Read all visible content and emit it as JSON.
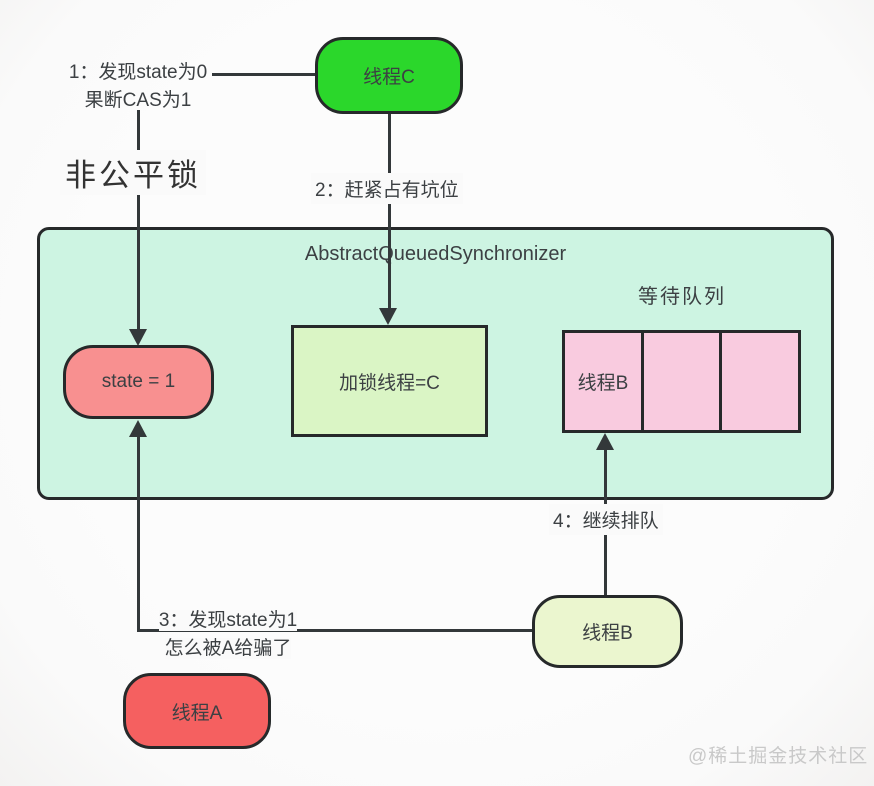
{
  "diagram": {
    "title": "非公平锁",
    "watermark": "@稀土掘金技术社区"
  },
  "annotations": {
    "step1_line1": "1：发现state为0",
    "step1_line2": "果断CAS为1",
    "step2": "2：赶紧占有坑位",
    "step3_line1": "3：发现state为1",
    "step3_line2": "怎么被A给骗了",
    "step4": "4：继续排队"
  },
  "container": {
    "label": "AbstractQueuedSynchronizer"
  },
  "nodes": {
    "thread_c": {
      "label": "线程C"
    },
    "state": {
      "label": "state = 1"
    },
    "lock_thread": {
      "label": "加锁线程=C"
    },
    "thread_b": {
      "label": "线程B"
    },
    "thread_a": {
      "label": "线程A"
    }
  },
  "queue": {
    "title": "等待队列",
    "cells": [
      "线程B",
      "",
      ""
    ]
  },
  "colors": {
    "page": "#fafafa",
    "ink": "#26292a",
    "line": "#33383a",
    "text": "#3c4043",
    "thread-c": "#2bd72b",
    "state": "#f89090",
    "aqs": "#cdf4e2",
    "lock-thread": "#daf5c5",
    "queue-cell": "#f9cbdf",
    "thread-b": "#ebf6cf",
    "thread-a": "#f56060",
    "watermark": "#c9c9c9"
  }
}
